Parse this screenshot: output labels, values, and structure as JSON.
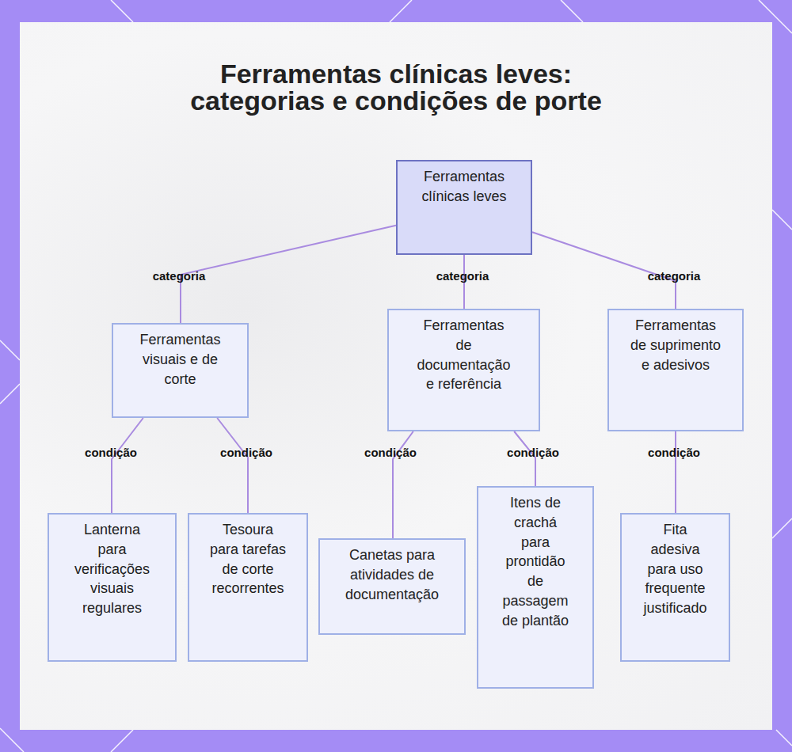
{
  "diagram": {
    "title": "Ferramentas clínicas leves: categorias e condições de porte",
    "nodes": [
      {
        "text": [
          "Ferramentas clínicas leves"
        ]
      },
      {
        "text": [
          "Ferramentas visuais e de corte"
        ]
      },
      {
        "text": [
          "Ferramentas de documentação e referência"
        ]
      },
      {
        "text": [
          "Ferramentas de suprimento e adesivos"
        ]
      },
      {
        "text": [
          "Lanterna para verificações visuais regulares"
        ]
      },
      {
        "text": [
          "Tesoura para tarefas de corte recorrentes"
        ]
      },
      {
        "text": [
          "Canetas para atividades de documentação"
        ]
      },
      {
        "text": [
          "Itens de crachá para prontidão de passagem de plantão"
        ]
      },
      {
        "text": [
          "Fita adesiva para uso frequente justificado"
        ]
      }
    ],
    "edges": [
      {
        "from": 0,
        "to": 1,
        "label": "categoria",
        "arrow": "none"
      },
      {
        "from": 0,
        "to": 2,
        "label": "categoria",
        "arrow": "none"
      },
      {
        "from": 0,
        "to": 3,
        "label": "categoria",
        "arrow": "none"
      },
      {
        "from": 1,
        "to": 4,
        "label": "condição",
        "arrow": "none"
      },
      {
        "from": 1,
        "to": 5,
        "label": "condição",
        "arrow": "none"
      },
      {
        "from": 2,
        "to": 6,
        "label": "condição",
        "arrow": "none"
      },
      {
        "from": 2,
        "to": 7,
        "label": "condição",
        "arrow": "none"
      },
      {
        "from": 3,
        "to": 8,
        "label": "condição",
        "arrow": "none"
      }
    ]
  }
}
